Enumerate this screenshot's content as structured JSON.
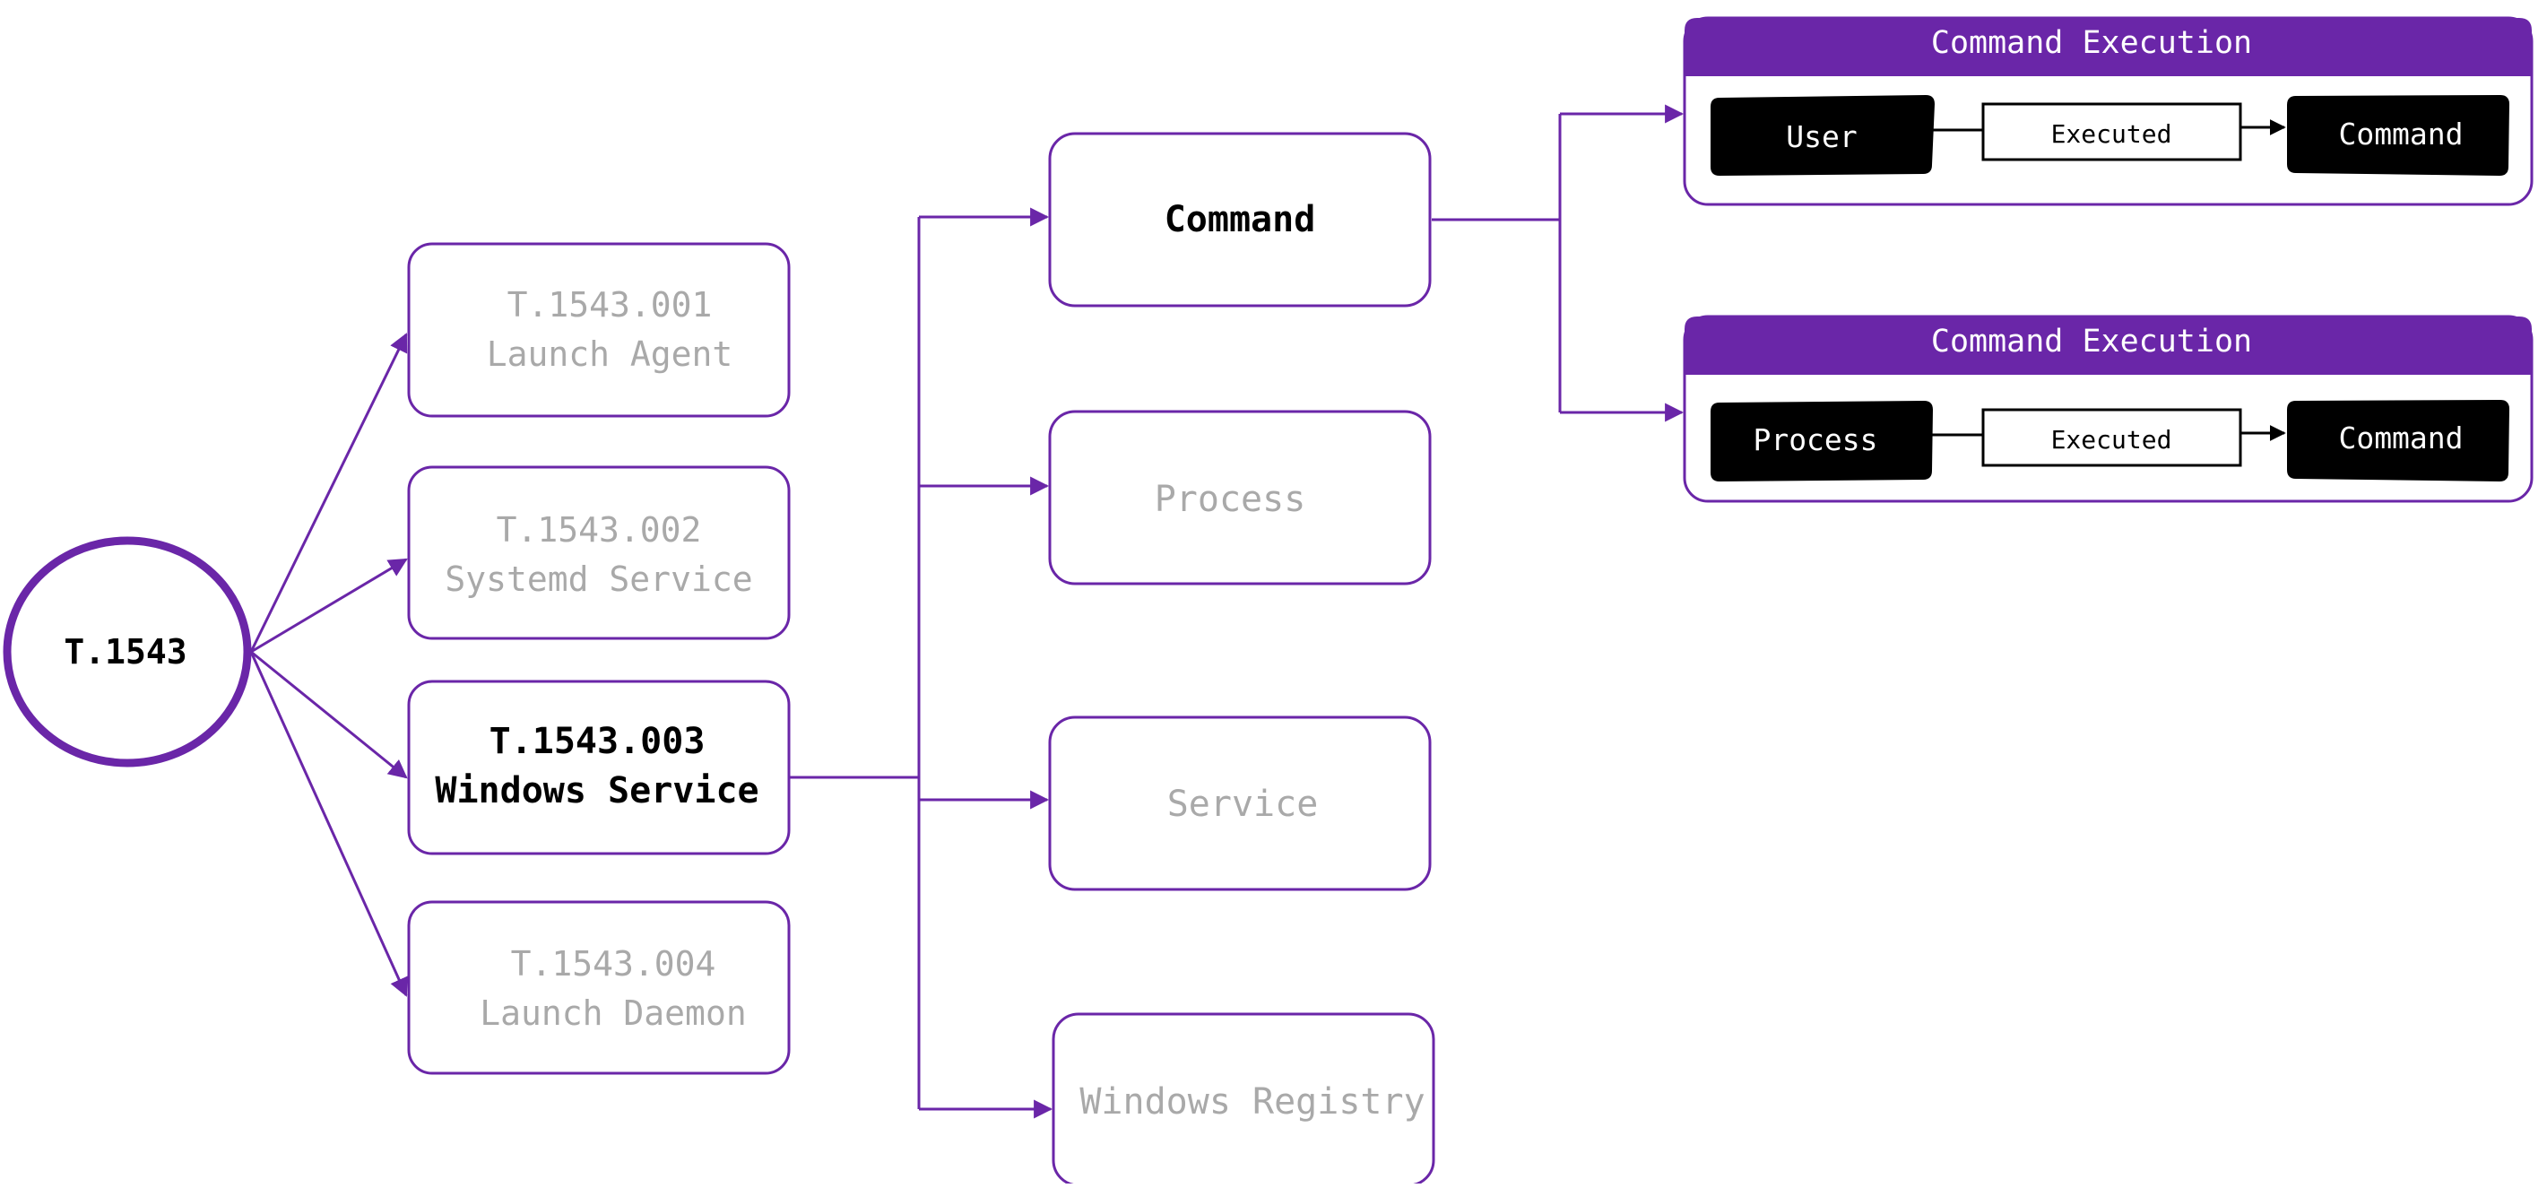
{
  "colors": {
    "accent": "#6a26a8",
    "muted_text": "#a9a9a9",
    "strong_text": "#000000",
    "pill_fill": "#000000",
    "pill_text": "#ffffff"
  },
  "root": {
    "label": "T.1543"
  },
  "techniques": [
    {
      "id": "T.1543.001",
      "name": "Launch Agent",
      "active": false
    },
    {
      "id": "T.1543.002",
      "name": "Systemd Service",
      "active": false
    },
    {
      "id": "T.1543.003",
      "name": "Windows Service",
      "active": true
    },
    {
      "id": "T.1543.004",
      "name": "Launch Daemon",
      "active": false
    }
  ],
  "data_sources": [
    {
      "label": "Command",
      "active": true
    },
    {
      "label": "Process",
      "active": false
    },
    {
      "label": "Service",
      "active": false
    },
    {
      "label": "Windows Registry",
      "active": false
    }
  ],
  "components": [
    {
      "title": "Command Execution",
      "source": "User",
      "relation": "Executed",
      "target": "Command"
    },
    {
      "title": "Command Execution",
      "source": "Process",
      "relation": "Executed",
      "target": "Command"
    }
  ]
}
